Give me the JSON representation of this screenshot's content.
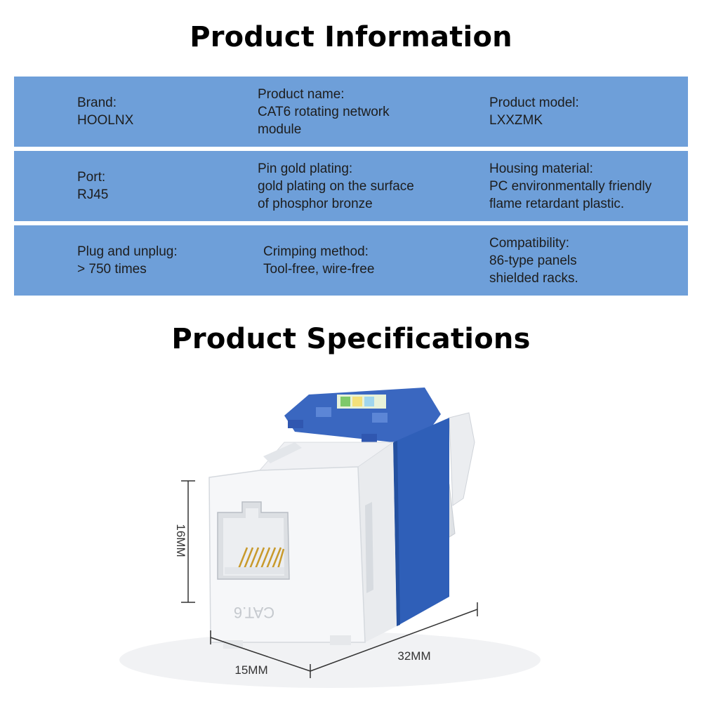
{
  "headings": {
    "info": "Product Information",
    "specs": "Product Specifications"
  },
  "info_rows": [
    [
      {
        "label": "Brand:",
        "value": "HOOLNX"
      },
      {
        "label": "Product name:",
        "value": "CAT6 rotating network\nmodule"
      },
      {
        "label": "Product model:",
        "value": "LXXZMK"
      }
    ],
    [
      {
        "label": "Port:",
        "value": "RJ45"
      },
      {
        "label": "Pin gold plating:",
        "value": "gold plating on the surface\nof phosphor bronze"
      },
      {
        "label": "Housing material:",
        "value": "PC environmentally friendly\nflame retardant plastic."
      }
    ],
    [
      {
        "label": "Plug and unplug:",
        "value": "> 750 times"
      },
      {
        "label": "Crimping method:",
        "value": "Tool-free, wire-free"
      },
      {
        "label": "Compatibility:",
        "value": "86-type panels\nshielded racks."
      }
    ]
  ],
  "dimensions": {
    "height": "16MM",
    "width": "15MM",
    "depth": "32MM"
  },
  "module_marking": "CAT.6",
  "colors": {
    "band": "#6e9fd9",
    "module_blue": "#2f5fb8",
    "module_white": "#f4f5f7"
  }
}
